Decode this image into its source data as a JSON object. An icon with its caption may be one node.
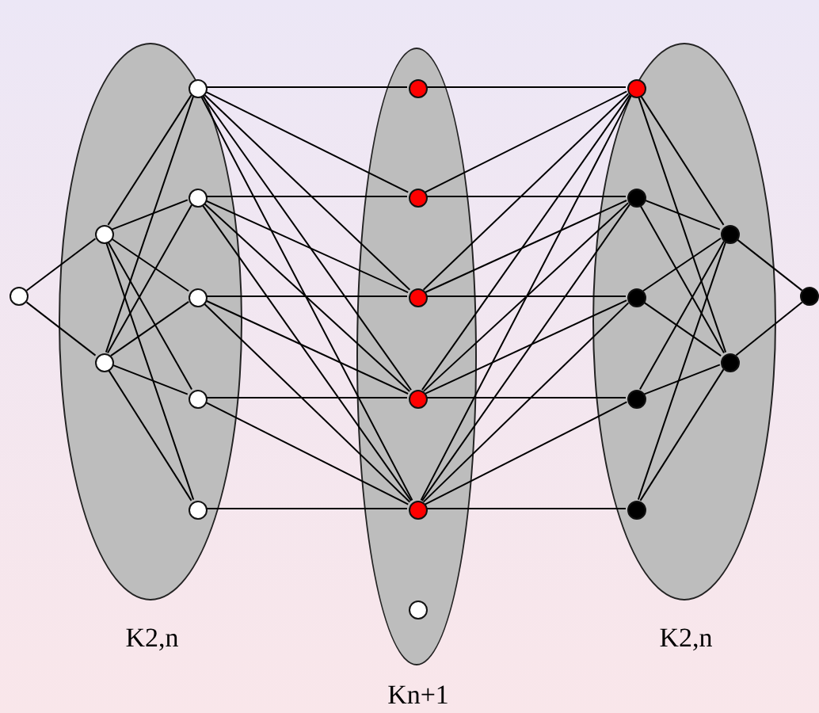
{
  "diagram": {
    "nodes": [
      {
        "text": [],
        "shape": "circle"
      },
      {
        "text": [
          "K2,n"
        ]
      },
      {
        "text": [],
        "shape": "circle",
        "in": 1
      },
      {
        "text": [],
        "shape": "circle",
        "in": 1
      },
      {
        "text": [],
        "shape": "circle",
        "in": 1
      },
      {
        "text": [],
        "shape": "circle",
        "in": 1
      },
      {
        "text": [],
        "shape": "circle",
        "in": 1
      },
      {
        "text": [],
        "shape": "circle",
        "in": 1
      },
      {
        "text": [],
        "shape": "circle",
        "in": 1
      },
      {
        "text": [
          "Kn+1"
        ]
      },
      {
        "text": [],
        "shape": "circle",
        "in": 9
      },
      {
        "text": [],
        "shape": "circle",
        "in": 9
      },
      {
        "text": [],
        "shape": "circle",
        "in": 9
      },
      {
        "text": [],
        "shape": "circle",
        "in": 9
      },
      {
        "text": [],
        "shape": "circle",
        "in": 9
      },
      {
        "text": [],
        "shape": "circle",
        "in": 9
      },
      {
        "text": [
          "K2,n"
        ]
      },
      {
        "text": [],
        "shape": "circle",
        "in": 16
      },
      {
        "text": [],
        "shape": "circle",
        "in": 16
      },
      {
        "text": [],
        "shape": "circle",
        "in": 16
      },
      {
        "text": [],
        "shape": "circle",
        "in": 16
      },
      {
        "text": [],
        "shape": "circle",
        "in": 16
      },
      {
        "text": [],
        "shape": "circle",
        "in": 16
      },
      {
        "text": [],
        "shape": "circle",
        "in": 16
      },
      {
        "text": [],
        "shape": "circle"
      }
    ],
    "edges": [
      {
        "from": 0,
        "to": 2,
        "arrow": "none"
      },
      {
        "from": 0,
        "to": 3,
        "arrow": "none"
      },
      {
        "from": 2,
        "to": 4,
        "arrow": "none"
      },
      {
        "from": 2,
        "to": 5,
        "arrow": "none"
      },
      {
        "from": 2,
        "to": 6,
        "arrow": "none"
      },
      {
        "from": 2,
        "to": 7,
        "arrow": "none"
      },
      {
        "from": 2,
        "to": 8,
        "arrow": "none"
      },
      {
        "from": 3,
        "to": 4,
        "arrow": "none"
      },
      {
        "from": 3,
        "to": 5,
        "arrow": "none"
      },
      {
        "from": 3,
        "to": 6,
        "arrow": "none"
      },
      {
        "from": 3,
        "to": 7,
        "arrow": "none"
      },
      {
        "from": 3,
        "to": 8,
        "arrow": "none"
      },
      {
        "from": 4,
        "to": 10,
        "arrow": "none"
      },
      {
        "from": 4,
        "to": 11,
        "arrow": "none"
      },
      {
        "from": 4,
        "to": 12,
        "arrow": "none"
      },
      {
        "from": 4,
        "to": 13,
        "arrow": "none"
      },
      {
        "from": 4,
        "to": 14,
        "arrow": "none"
      },
      {
        "from": 5,
        "to": 11,
        "arrow": "none"
      },
      {
        "from": 5,
        "to": 12,
        "arrow": "none"
      },
      {
        "from": 5,
        "to": 13,
        "arrow": "none"
      },
      {
        "from": 5,
        "to": 14,
        "arrow": "none"
      },
      {
        "from": 6,
        "to": 12,
        "arrow": "none"
      },
      {
        "from": 6,
        "to": 13,
        "arrow": "none"
      },
      {
        "from": 6,
        "to": 14,
        "arrow": "none"
      },
      {
        "from": 7,
        "to": 13,
        "arrow": "none"
      },
      {
        "from": 7,
        "to": 14,
        "arrow": "none"
      },
      {
        "from": 8,
        "to": 14,
        "arrow": "none"
      },
      {
        "from": 10,
        "to": 17,
        "arrow": "none"
      },
      {
        "from": 11,
        "to": 17,
        "arrow": "none"
      },
      {
        "from": 12,
        "to": 17,
        "arrow": "none"
      },
      {
        "from": 13,
        "to": 17,
        "arrow": "none"
      },
      {
        "from": 14,
        "to": 17,
        "arrow": "none"
      },
      {
        "from": 11,
        "to": 18,
        "arrow": "none"
      },
      {
        "from": 12,
        "to": 18,
        "arrow": "none"
      },
      {
        "from": 13,
        "to": 18,
        "arrow": "none"
      },
      {
        "from": 14,
        "to": 18,
        "arrow": "none"
      },
      {
        "from": 12,
        "to": 19,
        "arrow": "none"
      },
      {
        "from": 13,
        "to": 19,
        "arrow": "none"
      },
      {
        "from": 14,
        "to": 19,
        "arrow": "none"
      },
      {
        "from": 13,
        "to": 20,
        "arrow": "none"
      },
      {
        "from": 14,
        "to": 20,
        "arrow": "none"
      },
      {
        "from": 14,
        "to": 21,
        "arrow": "none"
      },
      {
        "from": 17,
        "to": 22,
        "arrow": "none"
      },
      {
        "from": 18,
        "to": 22,
        "arrow": "none"
      },
      {
        "from": 19,
        "to": 22,
        "arrow": "none"
      },
      {
        "from": 20,
        "to": 22,
        "arrow": "none"
      },
      {
        "from": 21,
        "to": 22,
        "arrow": "none"
      },
      {
        "from": 17,
        "to": 23,
        "arrow": "none"
      },
      {
        "from": 18,
        "to": 23,
        "arrow": "none"
      },
      {
        "from": 19,
        "to": 23,
        "arrow": "none"
      },
      {
        "from": 20,
        "to": 23,
        "arrow": "none"
      },
      {
        "from": 21,
        "to": 23,
        "arrow": "none"
      },
      {
        "from": 22,
        "to": 24,
        "arrow": "none"
      },
      {
        "from": 23,
        "to": 24,
        "arrow": "none"
      }
    ]
  }
}
